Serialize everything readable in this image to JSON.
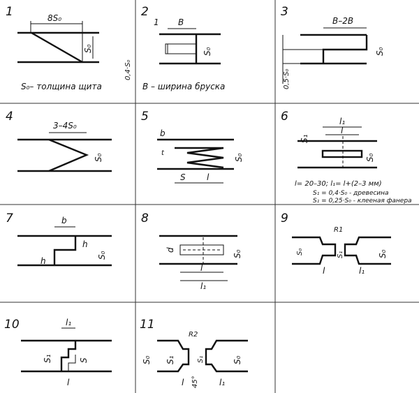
{
  "panels": [
    {
      "number": "1",
      "dims": [
        "8S₀",
        "S₀"
      ],
      "caption": "S₀– толщина щита"
    },
    {
      "number": "2",
      "dims": [
        "1",
        "B",
        "S₀",
        "0,4·S₀"
      ],
      "caption": "B – ширина бруска"
    },
    {
      "number": "3",
      "dims": [
        "B–2B",
        "S₀",
        "0,5·S₀"
      ]
    },
    {
      "number": "4",
      "dims": [
        "3–4S₀",
        "S₀"
      ]
    },
    {
      "number": "5",
      "dims": [
        "b",
        "t",
        "S₀",
        "S",
        "l"
      ]
    },
    {
      "number": "6",
      "dims": [
        "l₁",
        "l",
        "S₁",
        "S₀"
      ],
      "notes": [
        "l= 20–30; l₁= l+(2–3 мм)",
        "S₁ = 0,4·S₀  - древесина",
        "S₁ = 0,25·S₀  - клееная фанера"
      ]
    },
    {
      "number": "7",
      "dims": [
        "b",
        "h",
        "h",
        "S₀"
      ]
    },
    {
      "number": "8",
      "dims": [
        "d",
        "S₀",
        "l",
        "l₁"
      ]
    },
    {
      "number": "9",
      "dims": [
        "R1",
        "S₀",
        "S₁",
        "S₀",
        "l",
        "l₁"
      ]
    },
    {
      "number": "10",
      "dims": [
        "l₁",
        "S₁",
        "S",
        "l"
      ]
    },
    {
      "number": "11",
      "dims": [
        "R2",
        "S₀",
        "S₁",
        "S₁",
        "S₀",
        "l",
        "l₁",
        "45°"
      ]
    }
  ]
}
